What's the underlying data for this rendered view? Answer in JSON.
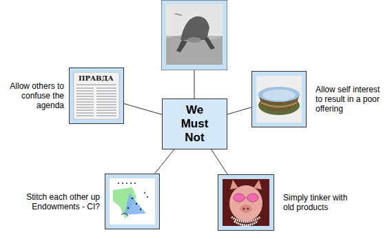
{
  "diagram": {
    "nodes": [
      {
        "text": [
          "Allow others to confuse the agenda"
        ]
      },
      {
        "text": [
          "Allow self interest to result in a poor offering"
        ]
      },
      {
        "text": [
          "We Must Not"
        ]
      },
      {
        "text": [
          "Stitch each other up Endowments - CI?"
        ]
      },
      {
        "text": [
          "Simply tinker with old products"
        ]
      }
    ],
    "edges": [
      {
        "from": 2,
        "to": 0,
        "arrow": "none"
      },
      {
        "from": 2,
        "to": 1,
        "arrow": "none"
      },
      {
        "from": 2,
        "to": 3,
        "arrow": "none"
      },
      {
        "from": 2,
        "to": 4,
        "arrow": "none"
      }
    ],
    "labels": [
      "ПРАВДА"
    ]
  }
}
